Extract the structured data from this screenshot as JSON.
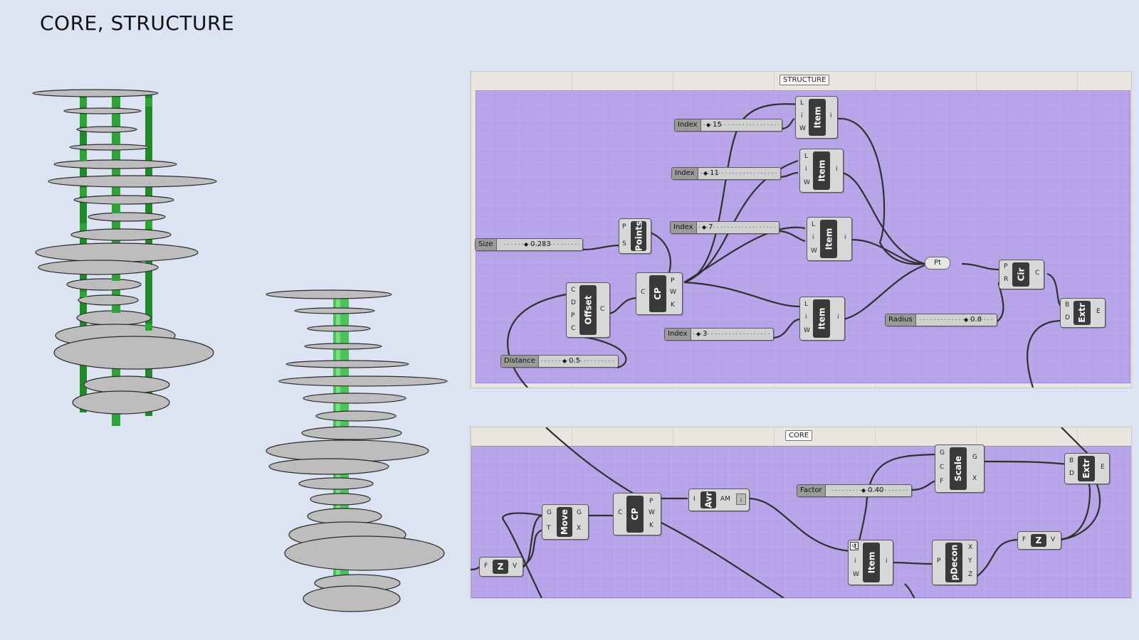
{
  "slide_title": "CORE, STRUCTURE",
  "colors": {
    "background": "#dce4f4",
    "group_fill": "#b7a4e8",
    "column_green": "#2e9a35",
    "core_green": "#5cd36a",
    "disk_gray": "#bdbdbd"
  },
  "structure_group": {
    "tag": "STRUCTURE",
    "sliders": {
      "size": {
        "label": "Size",
        "value": "0.283"
      },
      "distance": {
        "label": "Distance",
        "value": "0.5"
      },
      "index_15": {
        "label": "Index",
        "value": "15"
      },
      "index_11": {
        "label": "Index",
        "value": "11"
      },
      "index_7": {
        "label": "Index",
        "value": "7"
      },
      "index_3": {
        "label": "Index",
        "value": "3"
      },
      "radius": {
        "label": "Radius",
        "value": "0.8"
      }
    },
    "components": {
      "points": {
        "name": "Points",
        "inputs": [
          "P",
          "S"
        ]
      },
      "offset": {
        "name": "Offset",
        "inputs": [
          "C",
          "D",
          "P",
          "C"
        ],
        "outputs": [
          "C"
        ]
      },
      "cp": {
        "name": "CP",
        "inputs": [
          "C"
        ],
        "outputs": [
          "P",
          "W",
          "K"
        ]
      },
      "item1": {
        "name": "Item",
        "inputs": [
          "L",
          "i",
          "W"
        ],
        "outputs": [
          "i"
        ]
      },
      "item2": {
        "name": "Item",
        "inputs": [
          "L",
          "i",
          "W"
        ],
        "outputs": [
          "i"
        ]
      },
      "item3": {
        "name": "Item",
        "inputs": [
          "L",
          "i",
          "W"
        ],
        "outputs": [
          "i"
        ]
      },
      "item4": {
        "name": "Item",
        "inputs": [
          "L",
          "i",
          "W"
        ],
        "outputs": [
          "i"
        ]
      },
      "pt": {
        "name": "Pt"
      },
      "cir": {
        "name": "Cir",
        "inputs": [
          "P",
          "R"
        ],
        "outputs": [
          "C"
        ]
      },
      "extr": {
        "name": "Extr",
        "inputs": [
          "B",
          "D"
        ],
        "outputs": [
          "E"
        ]
      }
    }
  },
  "core_group": {
    "tag": "CORE",
    "sliders": {
      "factor": {
        "label": "Factor",
        "value": "0.40"
      }
    },
    "components": {
      "z1": {
        "name": "Z",
        "inputs": [
          "F"
        ],
        "outputs": [
          "V"
        ]
      },
      "move": {
        "name": "Move",
        "inputs": [
          "G",
          "T"
        ],
        "outputs": [
          "G",
          "X"
        ]
      },
      "cp": {
        "name": "CP",
        "inputs": [
          "C"
        ],
        "outputs": [
          "P",
          "W",
          "K"
        ]
      },
      "avr": {
        "name": "Avr",
        "inputs": [
          "I"
        ],
        "outputs": [
          "AM"
        ]
      },
      "scale": {
        "name": "Scale",
        "inputs": [
          "G",
          "C",
          "F"
        ],
        "outputs": [
          "G",
          "X"
        ]
      },
      "item": {
        "name": "Item",
        "inputs": [
          "L",
          "i",
          "W"
        ],
        "outputs": [
          "i"
        ]
      },
      "pdecon": {
        "name": "pDecon",
        "inputs": [
          "P"
        ],
        "outputs": [
          "X",
          "Y",
          "Z"
        ]
      },
      "z2": {
        "name": "Z",
        "inputs": [
          "F"
        ],
        "outputs": [
          "V"
        ]
      },
      "extr": {
        "name": "Extr",
        "inputs": [
          "B",
          "D"
        ],
        "outputs": [
          "E"
        ]
      }
    }
  }
}
